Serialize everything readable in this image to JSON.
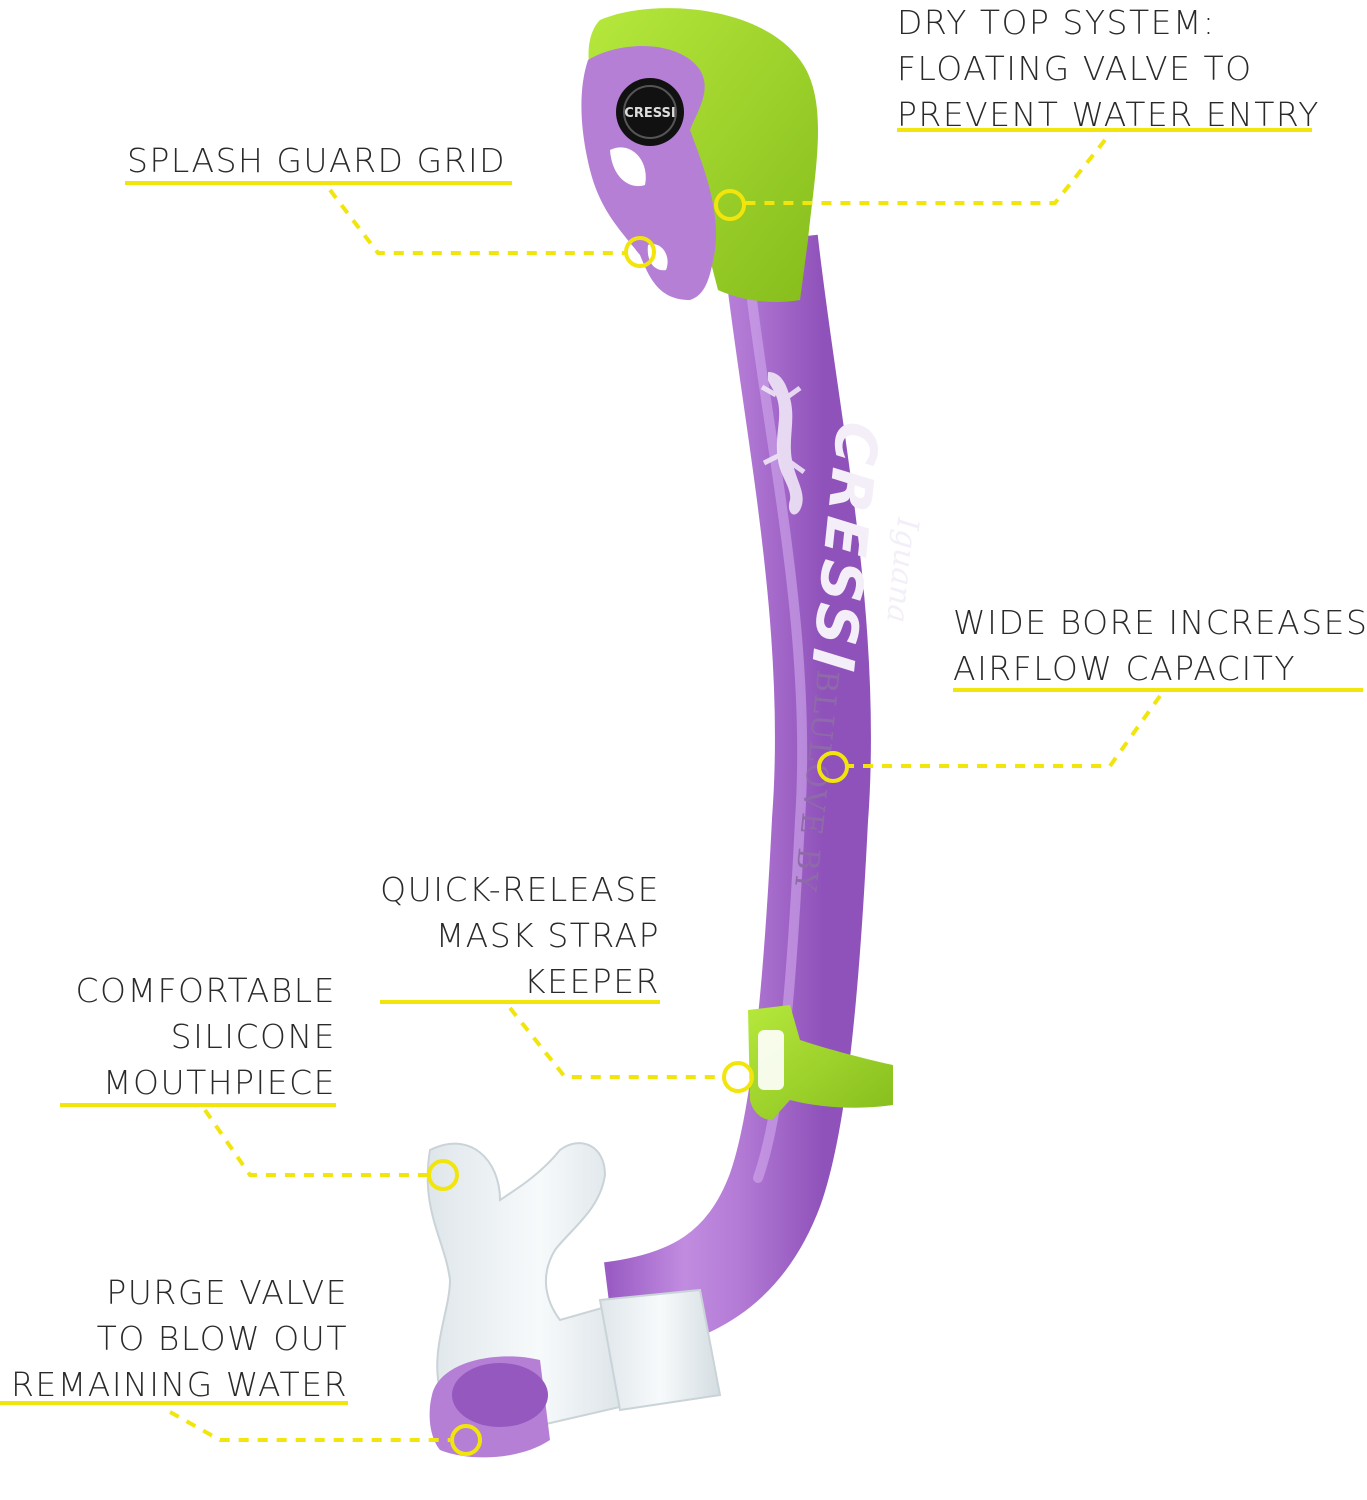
{
  "product": {
    "brand_text": "CRESSI",
    "model_script": "Iguana",
    "byline": "BLULOVE BY",
    "valve_badge_text": "CRESSI",
    "colors": {
      "tube_purple": "#b57fd6",
      "tube_purple_dark": "#9558bf",
      "accent_green": "#9ed62a",
      "accent_green_dark": "#7fb51a",
      "clear_silicone": "#e9eef0",
      "callout_yellow": "#f1e50c"
    }
  },
  "callouts": [
    {
      "id": "dry-top",
      "lines": [
        "DRY TOP SYSTEM:",
        "FLOATING VALVE TO",
        "PREVENT WATER ENTRY"
      ]
    },
    {
      "id": "splash-guard",
      "lines": [
        "SPLASH GUARD GRID"
      ]
    },
    {
      "id": "wide-bore",
      "lines": [
        "WIDE BORE INCREASES",
        "AIRFLOW CAPACITY"
      ]
    },
    {
      "id": "quick-release",
      "lines": [
        "QUICK-RELEASE",
        "MASK STRAP",
        "KEEPER"
      ]
    },
    {
      "id": "mouthpiece",
      "lines": [
        "COMFORTABLE",
        "SILICONE",
        "MOUTHPIECE"
      ]
    },
    {
      "id": "purge-valve",
      "lines": [
        "PURGE VALVE",
        "TO BLOW OUT",
        "REMAINING WATER"
      ]
    }
  ]
}
